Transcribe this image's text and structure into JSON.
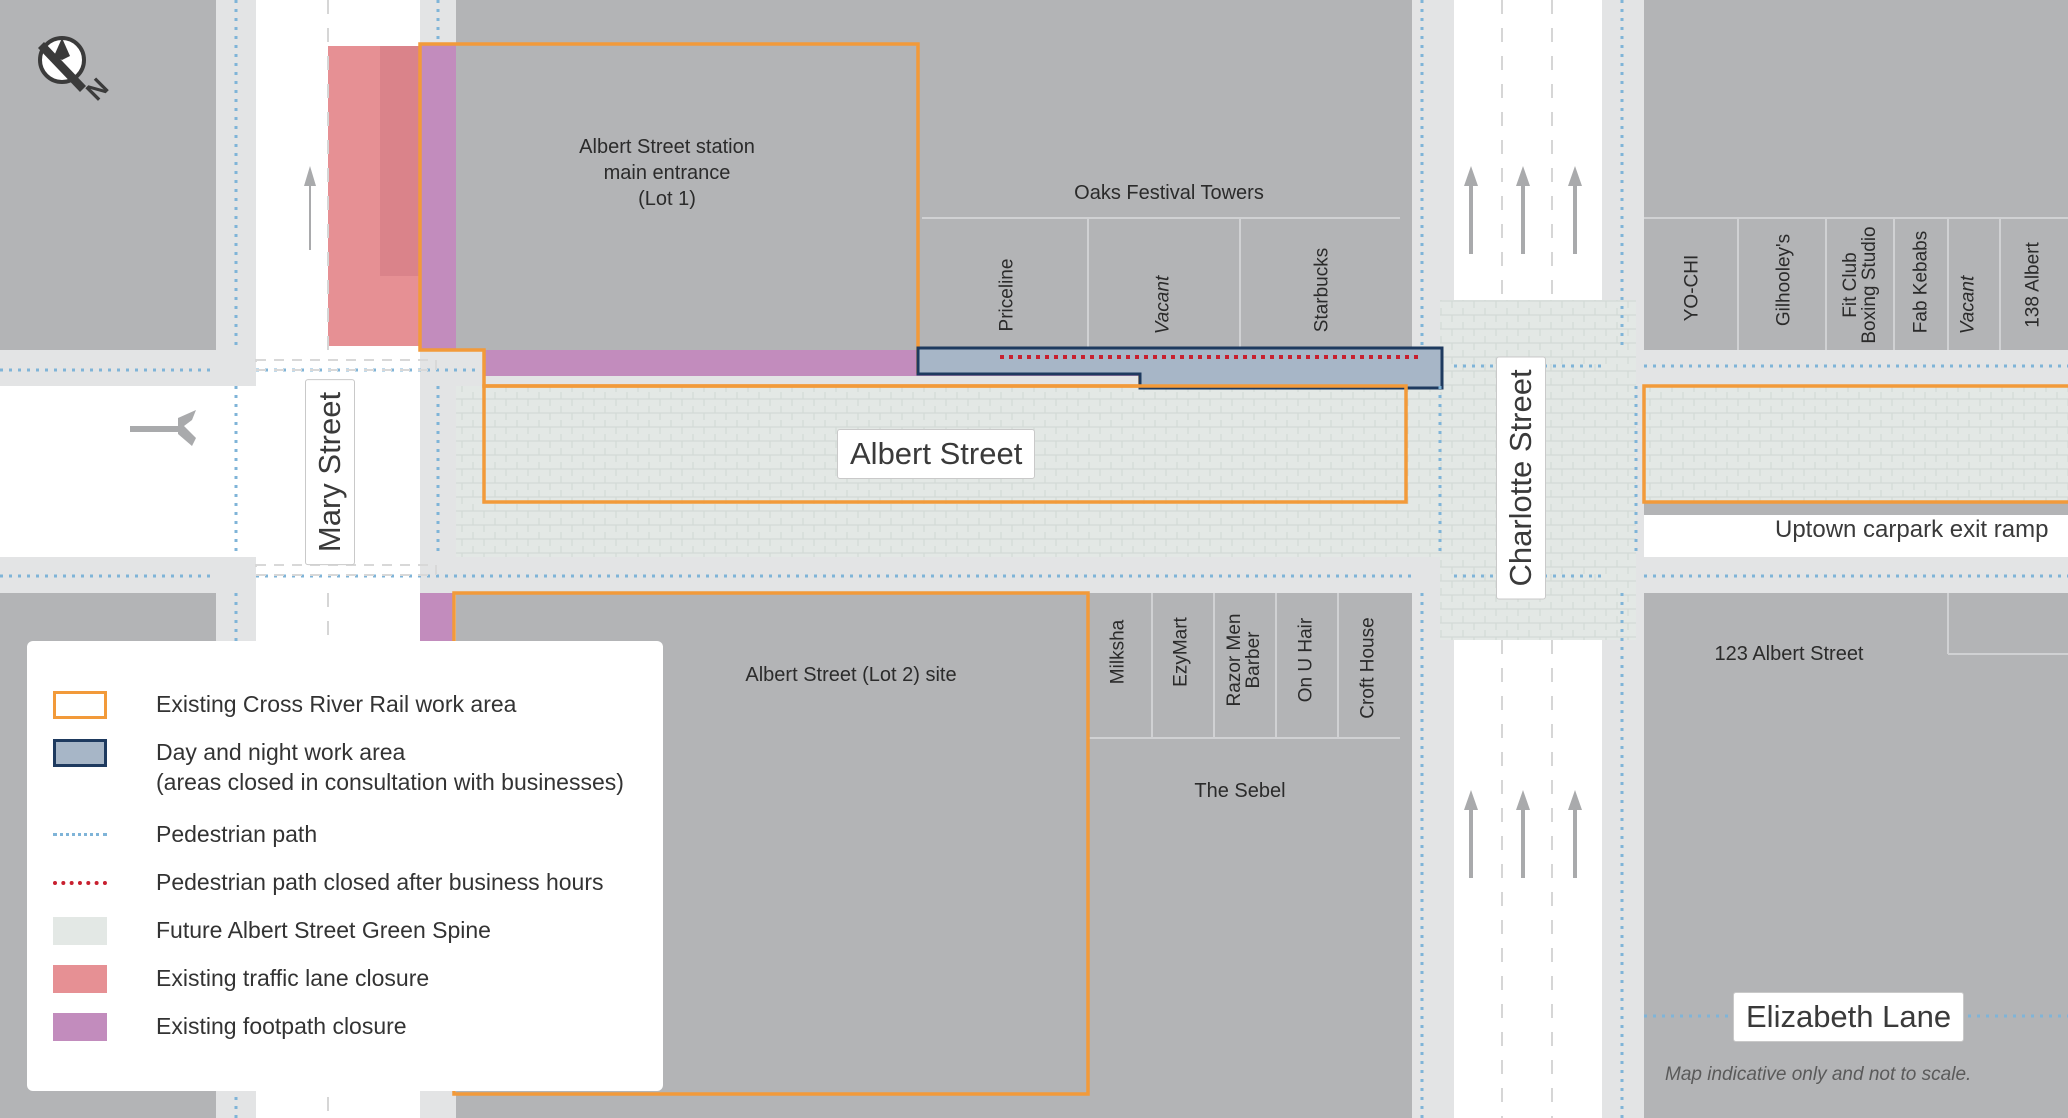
{
  "compass": {
    "label": "N"
  },
  "streets": {
    "albert": "Albert Street",
    "mary": "Mary Street",
    "charlotte": "Charlotte Street",
    "elizabeth": "Elizabeth Lane",
    "uptown": "Uptown carpark exit ramp"
  },
  "buildings": {
    "station_line1": "Albert Street station",
    "station_line2": "main entrance",
    "station_line3": "(Lot 1)",
    "oaks": "Oaks Festival Towers",
    "lot2": "Albert Street (Lot 2) site",
    "sebel": "The Sebel",
    "albert123": "123 Albert Street"
  },
  "shops_north": [
    "Priceline",
    "Vacant",
    "Starbucks"
  ],
  "shops_south": [
    "Milksha",
    "EzyMart",
    "Razor Men Barber",
    "On U Hair",
    "Croft House"
  ],
  "shops_east": [
    "YO-CHI",
    "Gilhooley's",
    "Fit Club Boxing Studio",
    "Fab Kebabs",
    "Vacant",
    "138 Albert"
  ],
  "note": "Map indicative only and not to scale.",
  "legend": [
    {
      "label": "Existing Cross River Rail work area",
      "swatch": "orange-outline"
    },
    {
      "label": "Day and night work area",
      "label2": "(areas closed in consultation with businesses)",
      "swatch": "navy-fill"
    },
    {
      "label": "Pedestrian path",
      "swatch": "blue-dots"
    },
    {
      "label": "Pedestrian path closed after business hours",
      "swatch": "red-dots"
    },
    {
      "label": "Future Albert Street Green Spine",
      "swatch": "green-fill"
    },
    {
      "label": "Existing traffic lane closure",
      "swatch": "pink-fill"
    },
    {
      "label": "Existing footpath closure",
      "swatch": "purple-fill"
    }
  ],
  "colors": {
    "building": "#b3b4b6",
    "road": "#ffffff",
    "footpath": "#e4e5e6",
    "green_spine": "#e3e8e5",
    "work_area": "#f29a3a",
    "day_night": "#1e3a5f",
    "day_night_fill": "#a7b6c7",
    "pedestrian_path": "#7fb4d8",
    "ped_closed": "#c8202f",
    "traffic_closure": "#e69094",
    "footpath_closure": "#c28cbd"
  }
}
